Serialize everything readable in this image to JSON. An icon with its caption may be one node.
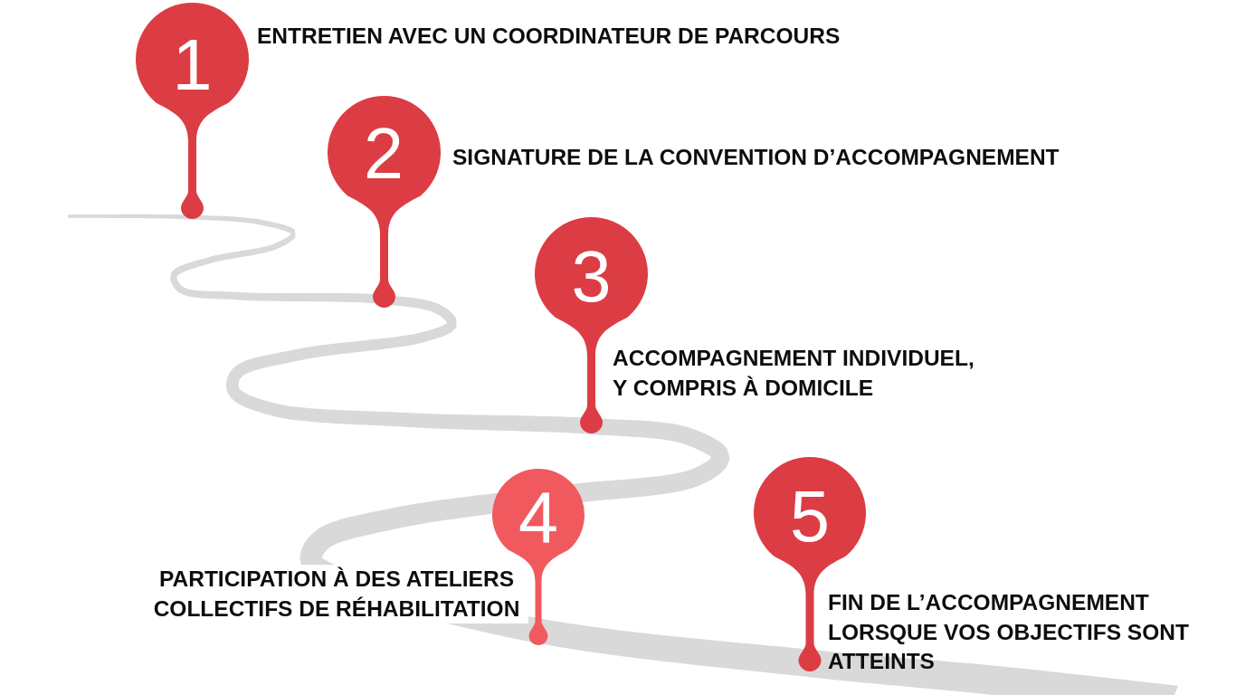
{
  "diagram": {
    "nodes": [
      {
        "text": [
          "1"
        ],
        "beside": [
          "ENTRETIEN AVEC UN COORDINATEUR DE PARCOURS"
        ]
      },
      {
        "text": [
          "2"
        ],
        "beside": [
          "SIGNATURE DE LA CONVENTION D’ACCOMPAGNEMENT"
        ]
      },
      {
        "text": [
          "3"
        ],
        "beside": [
          "ACCOMPAGNEMENT INDIVIDUEL, Y COMPRIS À DOMICILE"
        ]
      },
      {
        "text": [
          "4"
        ],
        "beside": [
          "PARTICIPATION À DES ATELIERS COLLECTIFS DE RÉHABILITATION"
        ]
      },
      {
        "text": [
          "5"
        ],
        "beside": [
          "FIN DE L’ACCOMPAGNEMENT LORSQUE VOS OBJECTIFS SONT ATTEINTS"
        ]
      }
    ]
  }
}
